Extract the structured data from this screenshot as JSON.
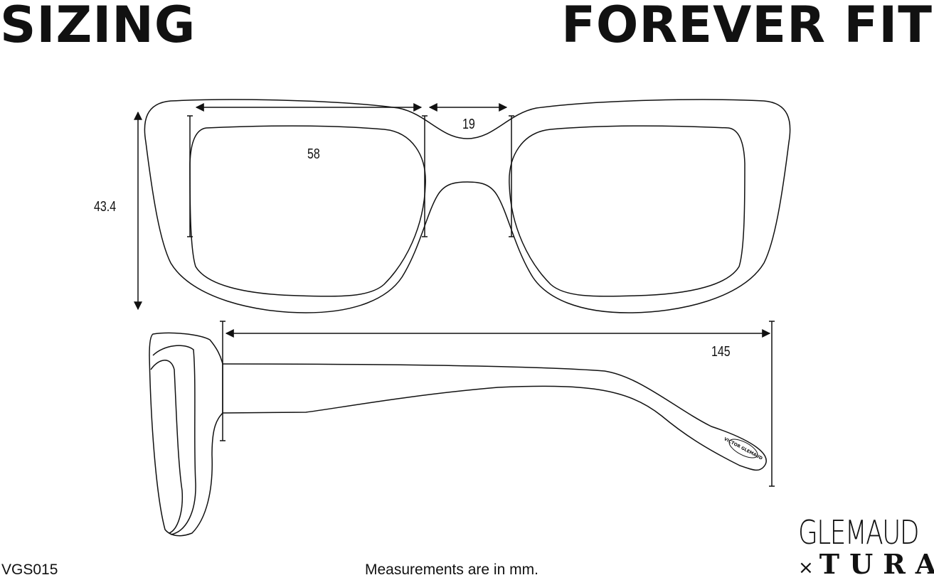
{
  "header": {
    "left_title": "SIZING",
    "right_title": "FOREVER FIT"
  },
  "dimensions": {
    "lens_width": "58",
    "bridge": "19",
    "lens_height": "43.4",
    "temple_length": "145"
  },
  "temple_logo": "VICTOR GLEMAUD",
  "footer": {
    "model": "VGS015",
    "note": "Measurements are in mm."
  },
  "brand": {
    "line1": "GLEMAUD",
    "x": "×",
    "line2": "TURA"
  }
}
